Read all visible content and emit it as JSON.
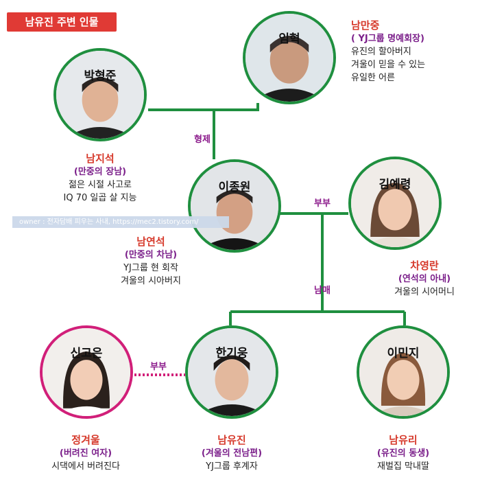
{
  "title": "남유진 주변 인물",
  "watermark": "owner : 전자담배 피우는 사내, https://mec2.tistory.com/",
  "colors": {
    "green": "#1f8f3f",
    "pink": "#d11f79",
    "red": "#d6392b",
    "purple": "#7b1f8a",
    "badge": "#e03a35"
  },
  "relations": {
    "brothers": "형제",
    "couple1": "부부",
    "siblings": "남매",
    "couple2": "부부"
  },
  "people": {
    "imhyuk": {
      "actor": "임혁",
      "name": "남만중",
      "role": "( YJ그룹 명예회장)",
      "desc1": "유진의 할아버지",
      "desc2": "겨울이 믿을 수 있는",
      "desc3": "유일한 어른"
    },
    "parkhyungjun": {
      "actor": "박형준",
      "name": "남지석",
      "role": "(만중의 장남)",
      "desc1": "젊은 시절 사고로",
      "desc2": "IQ 70 일곱 살 지능"
    },
    "leejongwon": {
      "actor": "이종원",
      "name": "남연석",
      "role": "(만중의 차남)",
      "desc1": "YJ그룹 현 회작",
      "desc2": "겨울의 시아버지"
    },
    "kimyeryeong": {
      "actor": "김예령",
      "name": "차영란",
      "role": "(연석의 아내)",
      "desc1": "겨울의 시어머니"
    },
    "shingoeun": {
      "actor": "신고은",
      "name": "정겨울",
      "role": "(버려진 여자)",
      "desc1": "시댁에서 버려진다"
    },
    "hankiwoong": {
      "actor": "한기웅",
      "name": "남유진",
      "role": "(겨울의 전남편)",
      "desc1": "YJ그룹 후계자"
    },
    "leeminji": {
      "actor": "이민지",
      "name": "남유리",
      "role": "(유진의 동생)",
      "desc1": "재벌집 막내딸"
    }
  }
}
